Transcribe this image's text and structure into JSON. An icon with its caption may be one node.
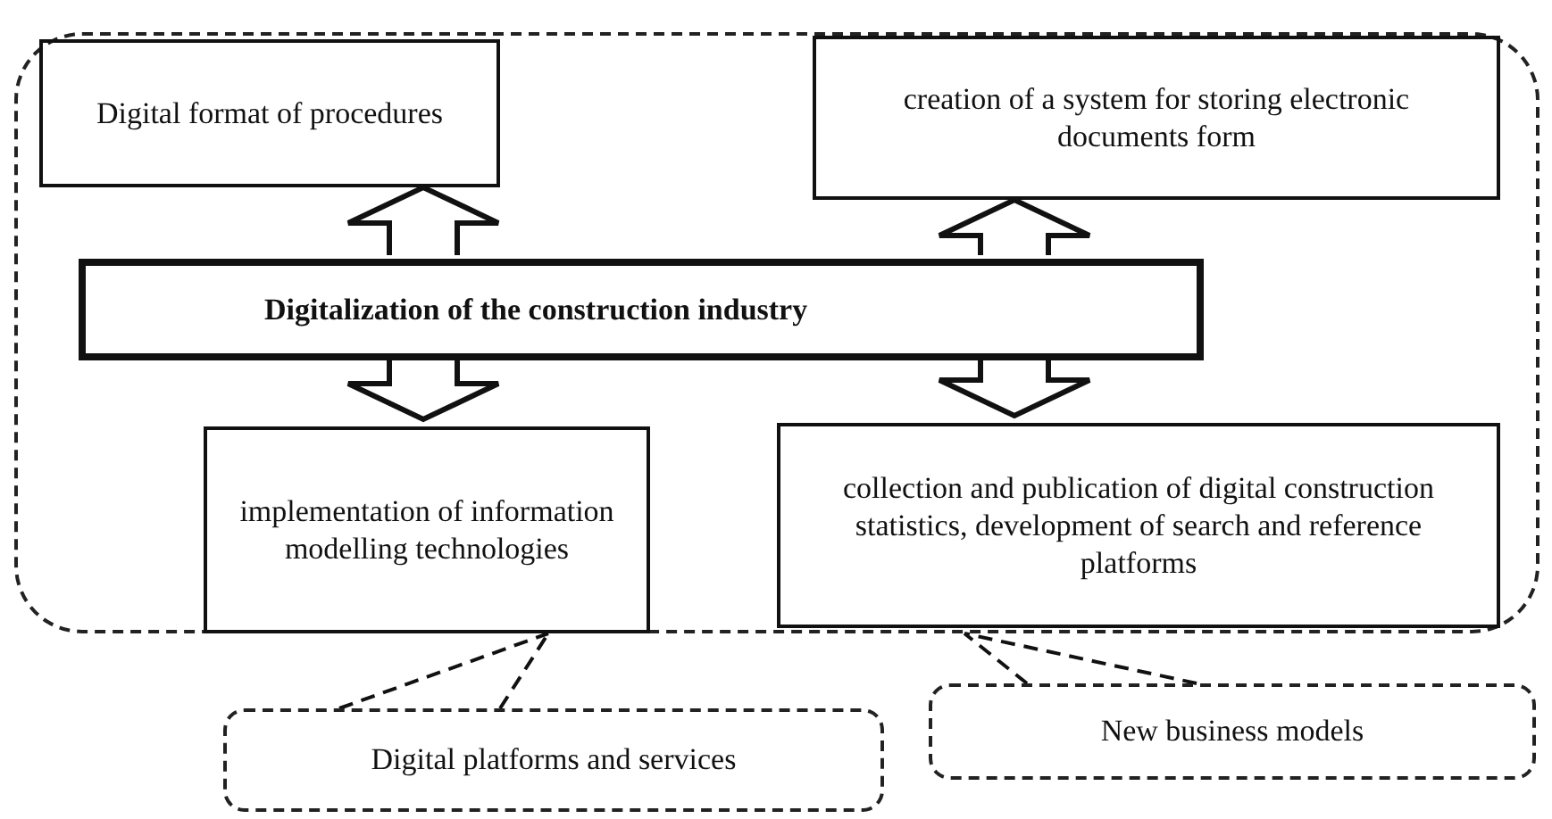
{
  "diagram": {
    "nodes": [
      {
        "text": [],
        "shape": "box"
      },
      {
        "text": [
          "Digital format of procedures"
        ],
        "in": 0
      },
      {
        "text": [
          "creation of a system for storing electronic documents form"
        ],
        "in": 0
      },
      {
        "text": [
          "Digitalization of the construction industry"
        ],
        "in": 0
      },
      {
        "text": [
          "implementation of information modelling technologies"
        ],
        "in": 0
      },
      {
        "text": [
          "collection and publication of digital construction statistics, development of search and reference platforms"
        ],
        "in": 0
      },
      {
        "text": [
          "Digital platforms and services"
        ]
      },
      {
        "text": [
          "New business models"
        ]
      }
    ],
    "edges": [
      {
        "from": 3,
        "to": 1,
        "arrow": "to"
      },
      {
        "from": 3,
        "to": 2,
        "arrow": "to"
      },
      {
        "from": 3,
        "to": 4,
        "arrow": "to"
      },
      {
        "from": 3,
        "to": 5,
        "arrow": "to"
      },
      {
        "from": 6,
        "to": 0,
        "arrow": "none",
        "style": "dashed"
      },
      {
        "from": 7,
        "to": 0,
        "arrow": "none",
        "style": "dashed"
      }
    ]
  }
}
